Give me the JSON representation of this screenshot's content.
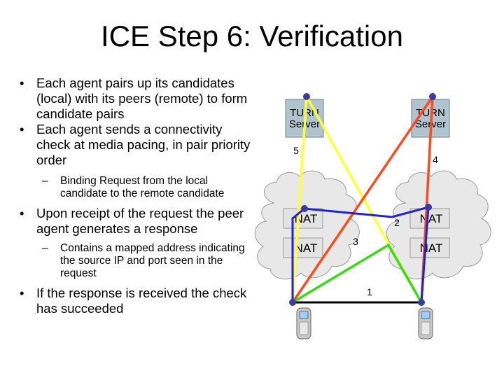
{
  "slide": {
    "title": "ICE Step 6: Verification",
    "bullets": [
      {
        "level": 1,
        "text": "Each agent pairs up its candidates (local) with its peers (remote)  to form candidate pairs"
      },
      {
        "level": 1,
        "text": "Each agent sends a connectivity check at media pacing, in pair priority order"
      },
      {
        "level": 2,
        "text": "Binding Request from the local candidate to the remote candidate"
      },
      {
        "level": 1,
        "text": "Upon receipt of the request the peer agent generates a response"
      },
      {
        "level": 2,
        "text": "Contains a mapped address indicating the source IP and port seen in the request"
      },
      {
        "level": 1,
        "text": "If the response is received the check has succeeded"
      }
    ]
  },
  "diagram": {
    "turn_left": "TURN Server",
    "turn_right": "TURN Server",
    "nat_left_top": "NAT",
    "nat_left_bottom": "NAT",
    "nat_right_top": "NAT",
    "nat_right_bottom": "NAT",
    "labels": {
      "one": "1",
      "two": "2",
      "three": "3",
      "four": "4",
      "five": "5"
    },
    "colors": {
      "yellow": "#ffff33",
      "red": "#ff4a1c",
      "green": "#33dd11",
      "blue": "#2222cc",
      "black": "#000000",
      "cloud": "#e8e8e8",
      "box": "#b0c4cf",
      "node": "#3a3aa0"
    }
  }
}
